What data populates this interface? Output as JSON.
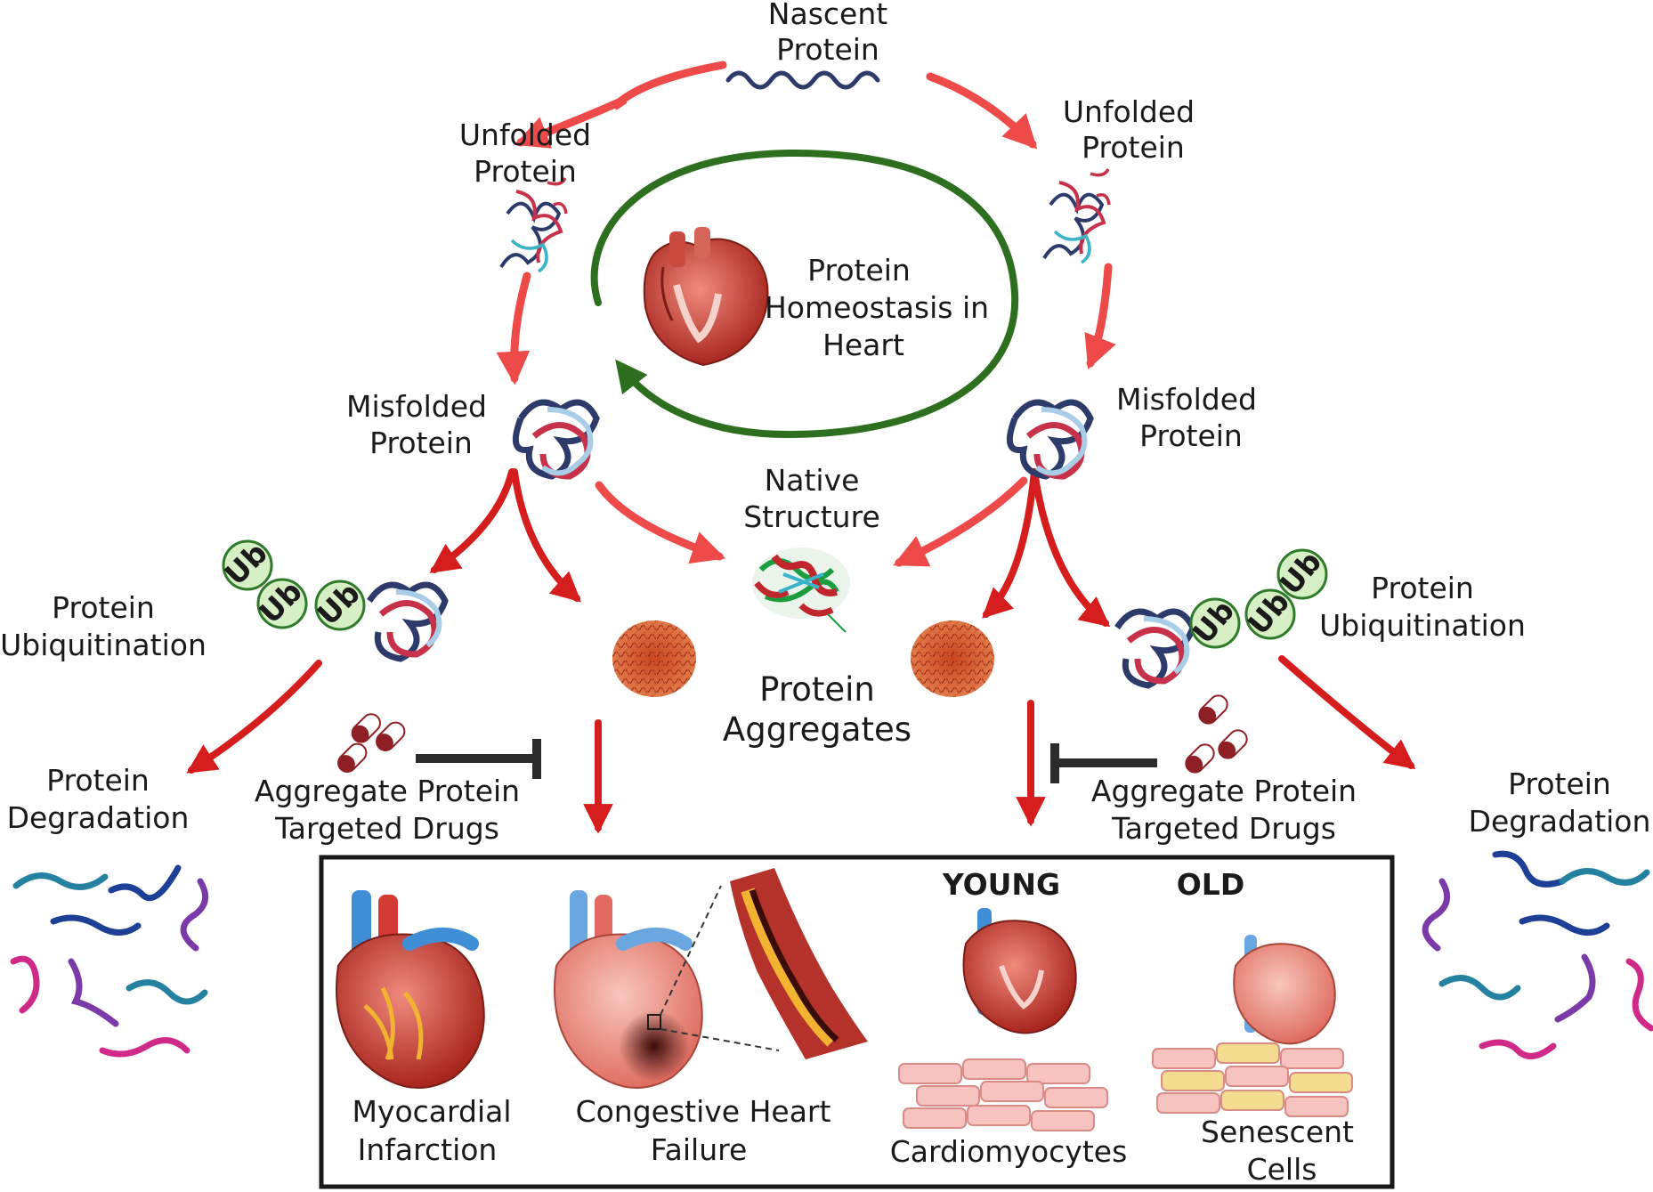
{
  "labels": {
    "nascent_protein": [
      "Nascent",
      "Protein"
    ],
    "unfolded_left": [
      "Unfolded",
      "Protein"
    ],
    "unfolded_right": [
      "Unfolded",
      "Protein"
    ],
    "misfolded_left": [
      "Misfolded",
      "Protein"
    ],
    "misfolded_right": [
      "Misfolded",
      "Protein"
    ],
    "homeostasis": [
      "Protein",
      "Homeostasis in",
      "Heart"
    ],
    "native_structure": [
      "Native",
      "Structure"
    ],
    "ubiquitination_left": [
      "Protein",
      "Ubiquitination"
    ],
    "ubiquitination_right": [
      "Protein",
      "Ubiquitination"
    ],
    "protein_aggregates": [
      "Protein",
      "Aggregates"
    ],
    "drugs_left": [
      "Aggregate Protein",
      "Targeted Drugs"
    ],
    "drugs_right": [
      "Aggregate Protein",
      "Targeted Drugs"
    ],
    "degradation_left": [
      "Protein",
      "Degradation"
    ],
    "degradation_right": [
      "Protein",
      "Degradation"
    ],
    "ub_tag": "Ub"
  },
  "disease_box": {
    "young": "YOUNG",
    "old": "OLD",
    "myocardial_infarction": [
      "Myocardial",
      "Infarction"
    ],
    "congestive_heart_failure": [
      "Congestive Heart",
      "Failure"
    ],
    "cardiomyocytes": "Cardiomyocytes",
    "senescent_cells": [
      "Senescent",
      "Cells"
    ]
  },
  "colors": {
    "red_arrow": "#ee4a4a",
    "dark_red_arrow": "#d51d1d",
    "green_cycle": "#2e6f1f",
    "ub_fill": "#d6efc4",
    "ub_stroke": "#2f7a2b",
    "inhibitor": "#2b2b2b",
    "heart": "#c23a30",
    "aggregate": "#b23a1e"
  }
}
